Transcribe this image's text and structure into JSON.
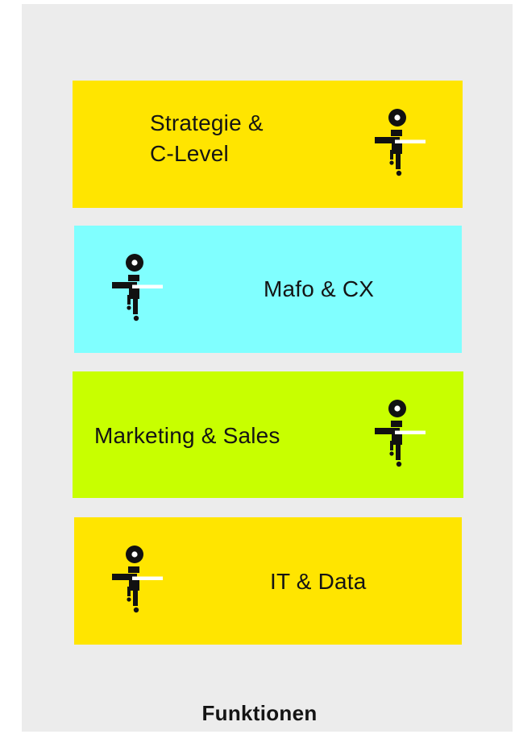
{
  "background_color": "#ececec",
  "cards": [
    {
      "label": "Strategie &\nC-Level",
      "color": "#ffe500",
      "icon": "person-icon"
    },
    {
      "label": "Mafo & CX",
      "color": "#80ffff",
      "icon": "person-icon"
    },
    {
      "label": "Marketing & Sales",
      "color": "#c8ff00",
      "icon": "person-icon"
    },
    {
      "label": "IT & Data",
      "color": "#ffe500",
      "icon": "person-icon"
    }
  ],
  "footer": {
    "label": "Funktionen"
  }
}
